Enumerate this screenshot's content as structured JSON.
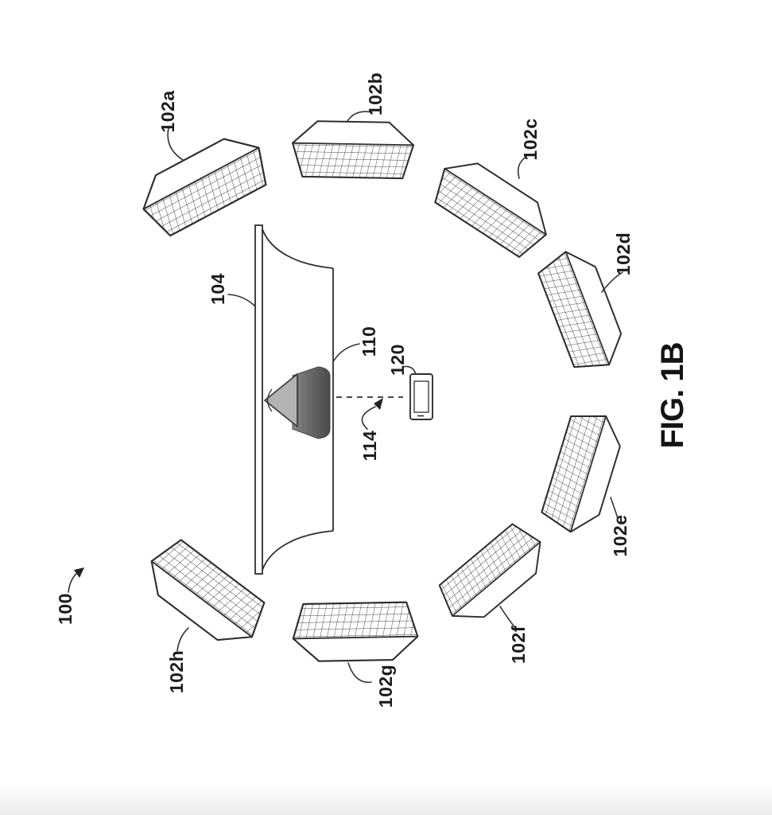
{
  "figure": {
    "caption": "FIG. 1B",
    "system_ref": "100"
  },
  "panels": [
    {
      "label": "102a"
    },
    {
      "label": "102b"
    },
    {
      "label": "102c"
    },
    {
      "label": "102d"
    },
    {
      "label": "102e"
    },
    {
      "label": "102f"
    },
    {
      "label": "102g"
    },
    {
      "label": "102h"
    }
  ],
  "elements": {
    "screen": {
      "label": "104"
    },
    "dut": {
      "label": "110"
    },
    "measurement_axis": {
      "label": "114"
    },
    "device": {
      "label": "120"
    }
  },
  "colors": {
    "line": "#2e2e2e",
    "label": "#1c1c1c",
    "dut_dark": "#4a4a4a",
    "dut_mid": "#8a8a8a",
    "dut_light": "#b3b3b3",
    "background": "#ffffff"
  }
}
